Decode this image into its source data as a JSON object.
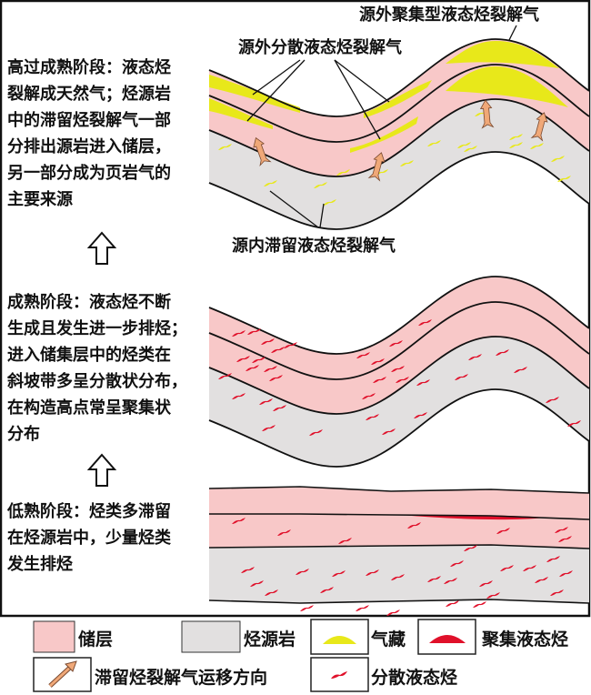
{
  "labels": {
    "top_clustered_gas": "源外聚集型液态烃裂解气",
    "top_dispersed_gas": "源外分散液态烃裂解气",
    "retained_gas": "源内滞留液态烃裂解气"
  },
  "stages": [
    {
      "name": "high-over-mature",
      "lines": [
        "高过成熟阶段：液态烃",
        "裂解成天然气；烃源岩",
        "中的滞留烃裂解气一部",
        "分排出源岩进入储层，",
        "另一部分成为页岩气的",
        "主要来源"
      ]
    },
    {
      "name": "mature",
      "lines": [
        "成熟阶段：液态烃不断",
        "生成且发生进一步排烃；",
        "进入储集层中的烃类在",
        "斜坡带多呈分散状分布，",
        "在构造高点常呈聚集状",
        "分布"
      ]
    },
    {
      "name": "low-mature",
      "lines": [
        "低熟阶段：烃类多滞留",
        "在烃源岩中，少量烃类",
        "发生排烃"
      ]
    }
  ],
  "legend": [
    {
      "label": "储层",
      "icon": "reservoir-swatch"
    },
    {
      "label": "烃源岩",
      "icon": "source-rock-swatch"
    },
    {
      "label": "气藏",
      "icon": "gas-reservoir-cap"
    },
    {
      "label": "聚集液态烃",
      "icon": "accumulated-liquid-hydrocarbon-cap"
    },
    {
      "label": "滞留烃裂解气运移方向",
      "icon": "migration-arrow"
    },
    {
      "label": "分散液态烃",
      "icon": "dispersed-liquid-hydrocarbon-dash"
    }
  ],
  "colors": {
    "reservoir": "#f8c8c8",
    "source": "#e2e0e0",
    "gas": "#e8e81a",
    "oil": "#e0102a",
    "arrow": "#f0a878"
  }
}
